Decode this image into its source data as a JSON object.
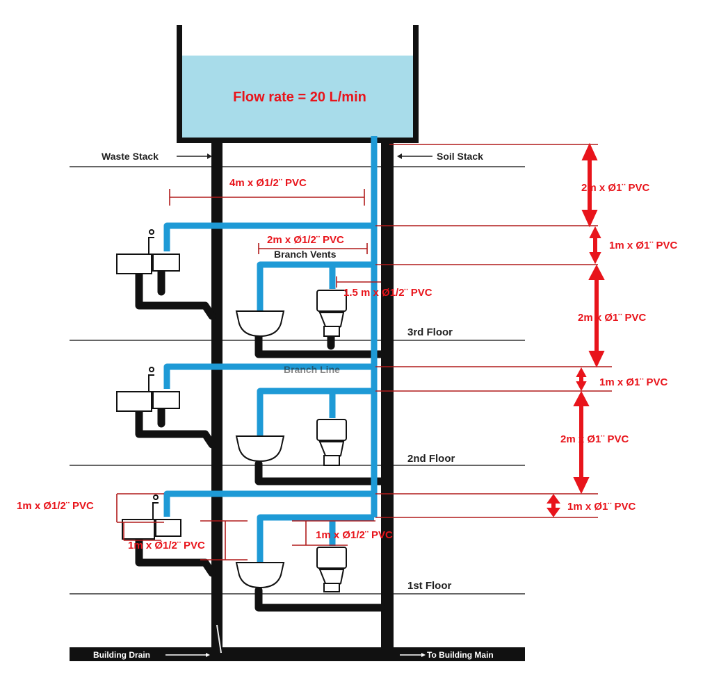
{
  "tank": {
    "label": "Flow rate = 20 L/min"
  },
  "stacks": {
    "waste": "Waste Stack",
    "soil": "Soil Stack"
  },
  "floors": [
    "3rd Floor",
    "2nd Floor",
    "1st Floor"
  ],
  "pipe_labels": {
    "branch_vents": "Branch Vents",
    "branch_line": "Branch Line"
  },
  "drain": {
    "building_drain": "Building Drain",
    "to_main": "To Building Main"
  },
  "dimensions": {
    "top_horizontal": "4m x Ø1/2¨ PVC",
    "branch_vent_span": "2m x Ø1/2¨ PVC",
    "toilet_branch": "1.5 m x Ø1/2¨ PVC",
    "left_sink_riser": "1m x Ø1/2¨ PVC",
    "left_sink_drop": "1m x Ø1/2¨ PVC",
    "toilet_riser_1st": "1m x Ø1/2¨ PVC",
    "right_1": "2m x Ø1¨ PVC",
    "right_2": "1m x Ø1¨ PVC",
    "right_3": "2m x Ø1¨ PVC",
    "right_4": "1m x Ø1¨ PVC",
    "right_5": "2m x Ø1¨ PVC",
    "right_6": "1m x Ø1¨ PVC"
  },
  "colors": {
    "water": "#1e9ad6",
    "tank_fill": "#a8dcea",
    "pipe": "#111111",
    "dimension": "#e8141b",
    "dim_line": "#b01a1a"
  }
}
